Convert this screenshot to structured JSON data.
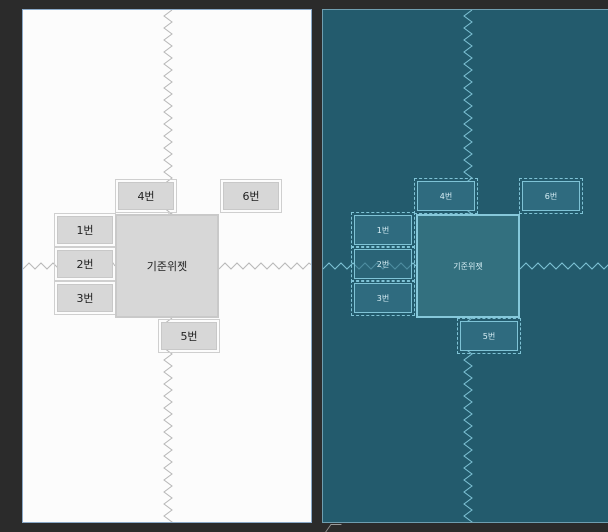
{
  "design_view": {
    "center_widget": "기준위젯",
    "btn1": "1번",
    "btn2": "2번",
    "btn3": "3번",
    "btn4": "4번",
    "btn5": "5번",
    "btn6": "6번"
  },
  "blueprint_view": {
    "center_widget": "기준위젯",
    "btn1": "1번",
    "btn2": "2번",
    "btn3": "3번",
    "btn4": "4번",
    "btn5": "5번",
    "btn6": "6번"
  },
  "colors": {
    "design_bg": "#fcfcfc",
    "blueprint_bg": "#235b6d",
    "spring_design": "#b7b7b7",
    "spring_blueprint": "#7fc3d6"
  }
}
